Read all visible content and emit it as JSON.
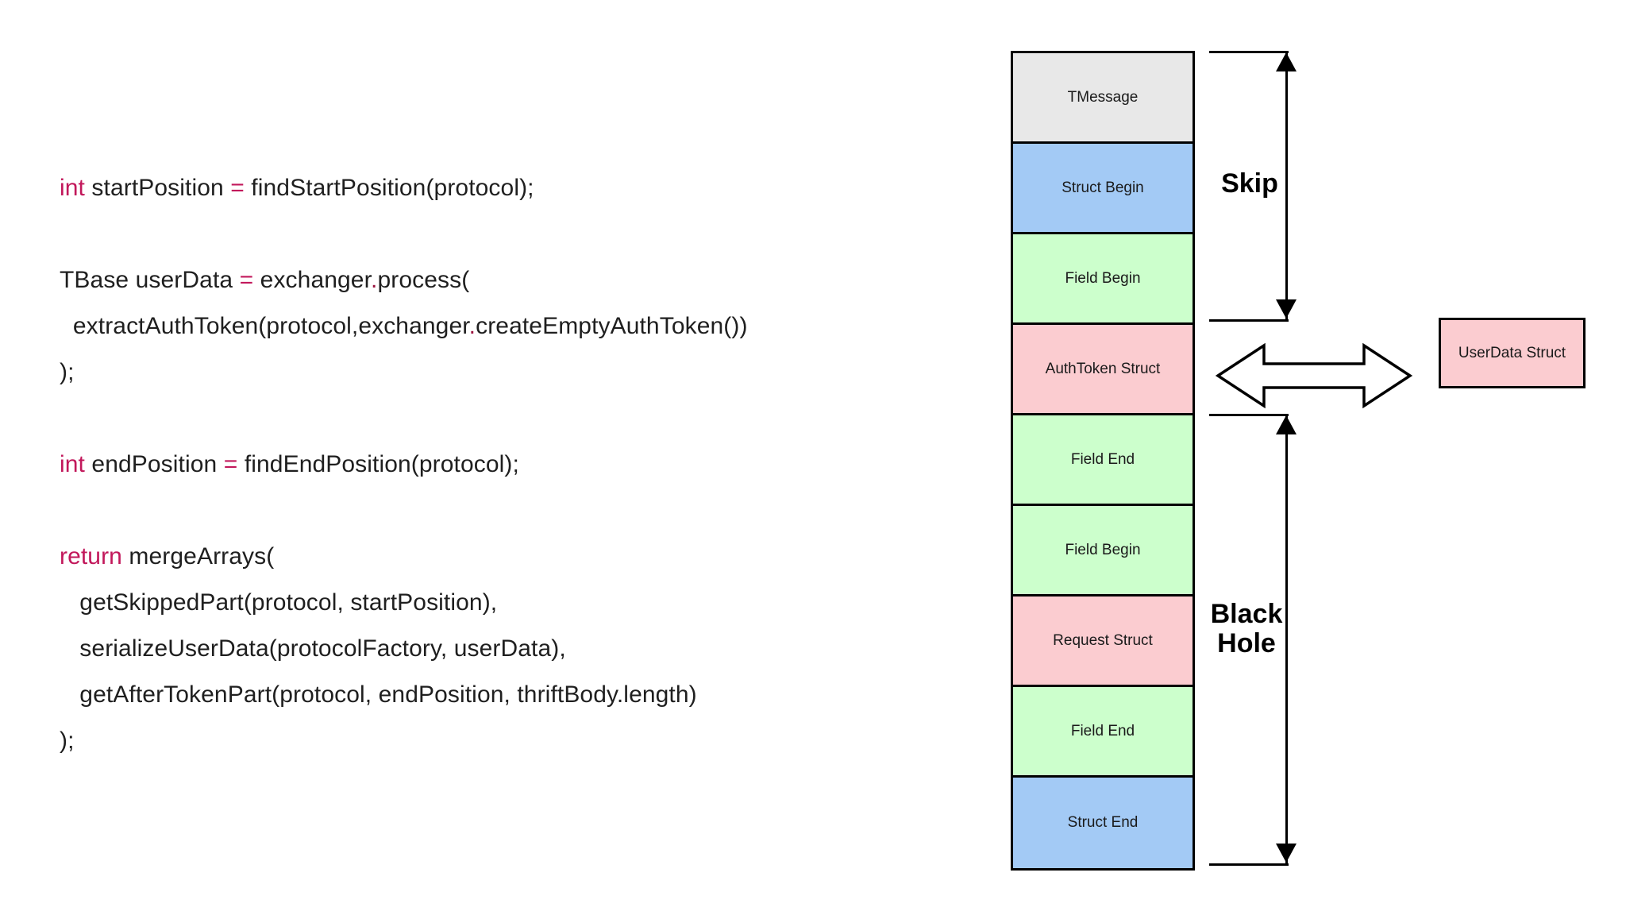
{
  "code": {
    "language": "java",
    "keyword_color": "#c2185b",
    "text_color": "#1f1f1f",
    "lines": [
      {
        "segments": [
          {
            "t": "int",
            "c": "kw"
          },
          {
            "t": " startPosition "
          },
          {
            "t": "=",
            "c": "op"
          },
          {
            "t": " findStartPosition(protocol);"
          }
        ]
      },
      {
        "segments": []
      },
      {
        "segments": [
          {
            "t": "TBase userData "
          },
          {
            "t": "=",
            "c": "op"
          },
          {
            "t": " exchanger"
          },
          {
            "t": ".",
            "c": "dot"
          },
          {
            "t": "process("
          }
        ]
      },
      {
        "segments": [
          {
            "t": "  extractAuthToken(protocol,exchanger"
          },
          {
            "t": ".",
            "c": "dot"
          },
          {
            "t": "createEmptyAuthToken())"
          }
        ]
      },
      {
        "segments": [
          {
            "t": ");"
          }
        ]
      },
      {
        "segments": []
      },
      {
        "segments": [
          {
            "t": "int",
            "c": "kw"
          },
          {
            "t": " endPosition "
          },
          {
            "t": "=",
            "c": "op"
          },
          {
            "t": " findEndPosition(protocol);"
          }
        ]
      },
      {
        "segments": []
      },
      {
        "segments": [
          {
            "t": "return",
            "c": "kw"
          },
          {
            "t": " mergeArrays("
          }
        ]
      },
      {
        "segments": [
          {
            "t": "   getSkippedPart(protocol, startPosition),"
          }
        ]
      },
      {
        "segments": [
          {
            "t": "   serializeUserData(protocolFactory, userData),"
          }
        ]
      },
      {
        "segments": [
          {
            "t": "   getAfterTokenPart(protocol, endPosition, thriftBody.length)"
          }
        ]
      },
      {
        "segments": [
          {
            "t": ");"
          }
        ]
      }
    ]
  },
  "diagram": {
    "colors": {
      "message": "#e8e8e8",
      "struct_boundary": "#a3caf5",
      "field_boundary": "#ccffcc",
      "struct_body": "#fbccd0",
      "outline": "#000000"
    },
    "stack": {
      "name": "thrift-message-stack",
      "blocks": [
        {
          "label": "TMessage",
          "color_key": "message"
        },
        {
          "label": "Struct Begin",
          "color_key": "struct_boundary"
        },
        {
          "label": "Field Begin",
          "color_key": "field_boundary"
        },
        {
          "label": "AuthToken Struct",
          "color_key": "struct_body"
        },
        {
          "label": "Field End",
          "color_key": "field_boundary"
        },
        {
          "label": "Field Begin",
          "color_key": "field_boundary"
        },
        {
          "label": "Request Struct",
          "color_key": "struct_body"
        },
        {
          "label": "Field End",
          "color_key": "field_boundary"
        },
        {
          "label": "Struct End",
          "color_key": "struct_boundary"
        }
      ]
    },
    "brackets": [
      {
        "label": "Skip",
        "spans": "TMessage through Field Begin"
      },
      {
        "label": "Black\nHole",
        "spans": "Field End through Struct End"
      }
    ],
    "exchange_arrow": {
      "direction": "bidirectional",
      "style": "hollow-block-arrow"
    },
    "side_box": {
      "label": "UserData Struct",
      "color_key": "struct_body"
    }
  }
}
